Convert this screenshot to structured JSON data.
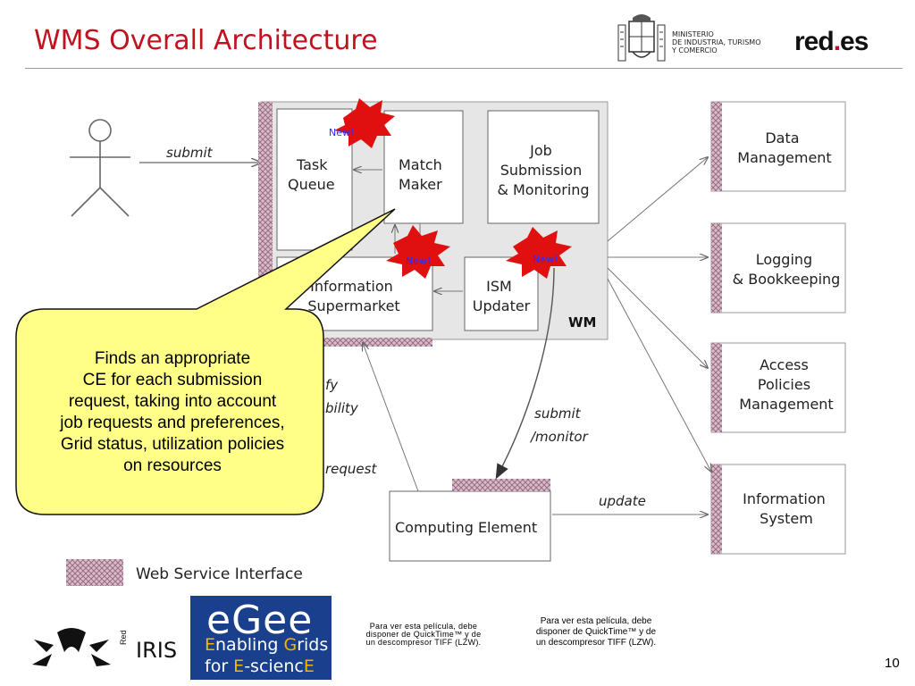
{
  "header": {
    "title": "WMS Overall Architecture",
    "ministry_lines": [
      "MINISTERIO",
      "DE INDUSTRIA, TURISMO",
      "Y COMERCIO"
    ],
    "brand_main": "red",
    "brand_dot": ".",
    "brand_tail": "es"
  },
  "diagram": {
    "actor_arrow_label": "submit",
    "task_queue": [
      "Task",
      "Queue"
    ],
    "match_maker": [
      "Match",
      "Maker"
    ],
    "job_submission": [
      "Job",
      "Submission",
      "& Monitoring"
    ],
    "info_supermarket": [
      "Information",
      "Supermarket"
    ],
    "ism_updater": [
      "ISM",
      "Updater"
    ],
    "wm_label": "WM",
    "new_badge": "New!",
    "data_management": [
      "Data",
      "Management"
    ],
    "logging": [
      "Logging",
      "& Bookkeeping"
    ],
    "access_policies": [
      "Access",
      "Policies",
      "Management"
    ],
    "information_system": [
      "Information",
      "System"
    ],
    "computing_element": "Computing Element",
    "submit_monitor": [
      "submit",
      "/monitor"
    ],
    "update_label": "update",
    "partial_notify": [
      "fy",
      "bility"
    ],
    "partial_request": "request",
    "legend_label": "Web Service Interface"
  },
  "callout": {
    "lines": [
      "Finds an appropriate",
      "CE for each submission",
      "request, taking into account",
      "job requests and preferences,",
      "Grid status, utilization policies",
      "on resources"
    ]
  },
  "footer": {
    "quicktime_small": [
      "Para ver esta película, debe",
      "disponer de QuickTime™ y de",
      "un descompresor TIFF (LZW)."
    ],
    "quicktime_large": [
      "Para ver esta película, debe",
      "disponer de QuickTime™ y de",
      "un descompresor TIFF (LZW)."
    ],
    "egee_logo": "eGee",
    "egee_line1_a": "E",
    "egee_line1_b": "nabling ",
    "egee_line1_c": "G",
    "egee_line1_d": "rids",
    "egee_line2_a": "for ",
    "egee_line2_b": "E",
    "egee_line2_c": "-scienc",
    "egee_line2_d": "E",
    "rediris": "IRIS",
    "rediris_small": "Red",
    "page_number": "10"
  },
  "colors": {
    "title": "#c0121f",
    "interface_hatch": "#c9a9b8",
    "callout_fill": "#ffff88",
    "burst": "#e01010",
    "egee_blue": "#1a3f8c"
  }
}
